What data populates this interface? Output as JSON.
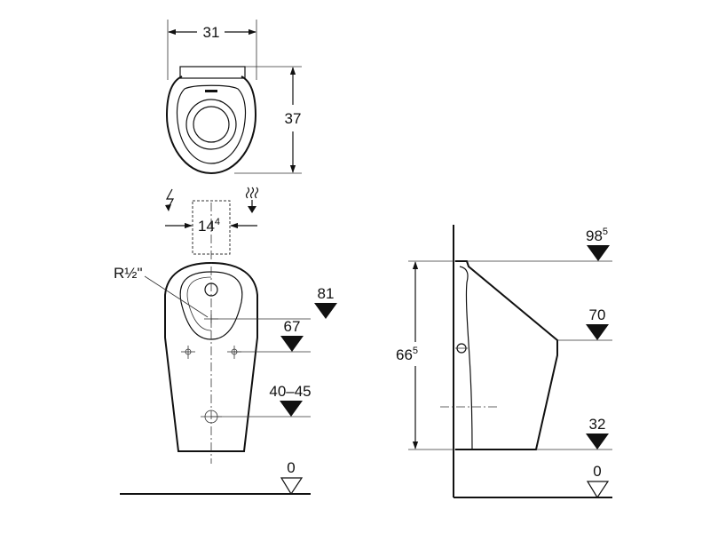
{
  "top_view": {
    "width": "31",
    "depth": "37"
  },
  "front_view": {
    "spacing_base": "14",
    "spacing_sup": "4",
    "thread_label": "R½\"",
    "inlet_height": "81",
    "outlet_height": "67",
    "bracket_height": "40–45",
    "floor_level": "0"
  },
  "side_view": {
    "top_height_base": "98",
    "top_height_sup": "5",
    "rim_height": "70",
    "bottom_height": "32",
    "floor_level": "0",
    "total_height_base": "66",
    "total_height_sup": "5"
  },
  "symbols": {
    "electric": "lightning-icon",
    "water": "water-supply-icon"
  }
}
